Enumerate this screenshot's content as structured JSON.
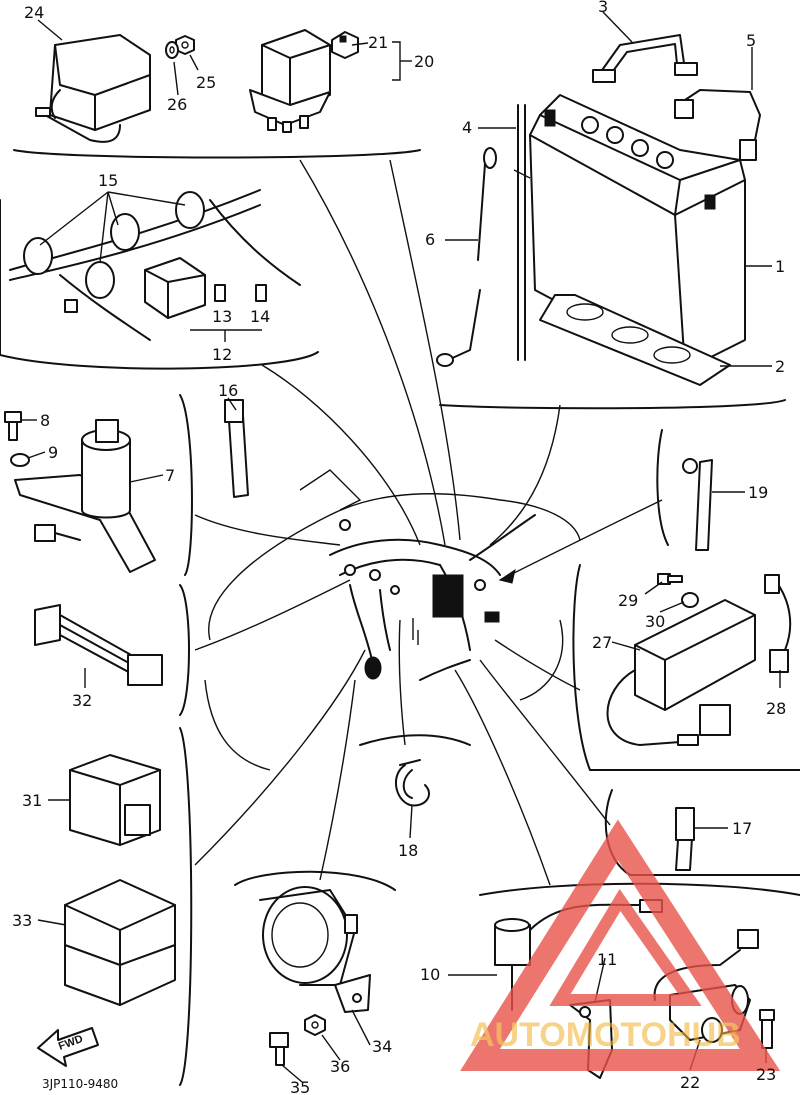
{
  "part_numbers": [
    "1",
    "2",
    "3",
    "4",
    "5",
    "6",
    "7",
    "8",
    "9",
    "10",
    "11",
    "12",
    "13",
    "14",
    "15",
    "16",
    "17",
    "18",
    "19",
    "20",
    "21",
    "22",
    "23",
    "24",
    "25",
    "26",
    "27",
    "28",
    "29",
    "30",
    "31",
    "32",
    "33",
    "34",
    "35",
    "36"
  ],
  "diagram_code": "3JP110-9480",
  "forward_arrow_label": "FWD",
  "watermark": {
    "text": "AUTOMOTOHUB",
    "triangle_color": "#e8534a",
    "text_color": "#f2b43a"
  },
  "colors": {
    "ink": "#111111",
    "background": "#ffffff"
  }
}
